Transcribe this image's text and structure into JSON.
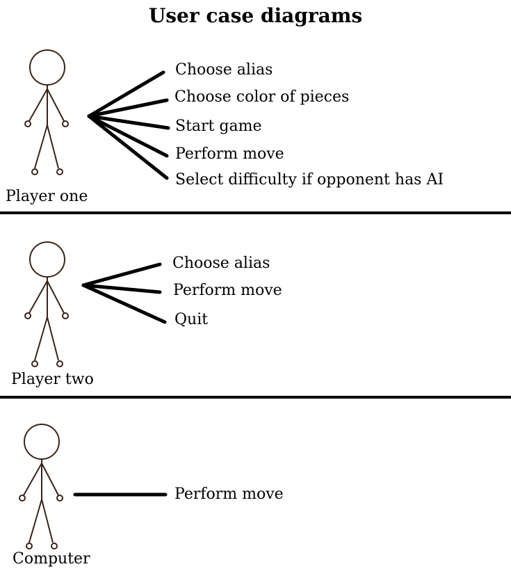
{
  "title": "User case diagrams",
  "actors": [
    {
      "name": "Player one",
      "use_cases": [
        "Choose alias",
        "Choose color of pieces",
        "Start game",
        "Perform move",
        "Select difficulty if opponent has AI"
      ]
    },
    {
      "name": "Player two",
      "use_cases": [
        "Choose alias",
        "Perform move",
        "Quit"
      ]
    },
    {
      "name": "Computer",
      "use_cases": [
        "Perform move"
      ]
    }
  ]
}
